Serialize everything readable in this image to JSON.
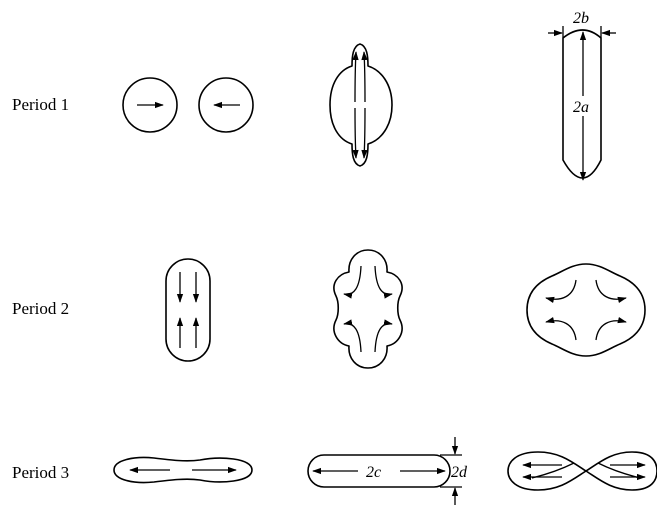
{
  "rows": [
    {
      "label": "Period 1"
    },
    {
      "label": "Period 2"
    },
    {
      "label": "Period 3"
    }
  ],
  "dimensions": {
    "width_a": "2b",
    "length_a": "2a",
    "length_c": "2c",
    "width_d": "2d"
  }
}
